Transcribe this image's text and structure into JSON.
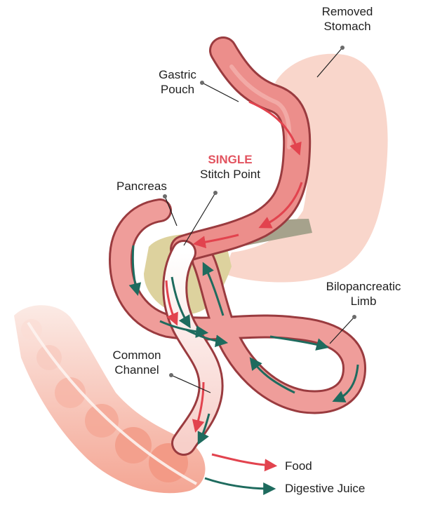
{
  "colors": {
    "stomach": "#f9d6cb",
    "pouch_outline": "#9a3b3f",
    "pouch_fill": "#ec8e8b",
    "pouch_highlight": "#f4b2ac",
    "pancreas": "#ddd29e",
    "pancreas_shadow": "#a6a28c",
    "limb_fill": "#ef9d9a",
    "channel_fill": "#fbe3e0",
    "colon": "#f5a28f",
    "food_arrow": "#e2434e",
    "juice_arrow": "#1e6b5e",
    "accent_text": "#e2535f"
  },
  "labels": {
    "removed_stomach_1": "Removed",
    "removed_stomach_2": "Stomach",
    "gastric_pouch_1": "Gastric",
    "gastric_pouch_2": "Pouch",
    "single": "SINGLE",
    "stitch_point": "Stitch Point",
    "pancreas": "Pancreas",
    "bilopancreatic_1": "Bilopancreatic",
    "bilopancreatic_2": "Limb",
    "common_channel_1": "Common",
    "common_channel_2": "Channel"
  },
  "legend": {
    "food": "Food",
    "digestive_juice": "Digestive Juice"
  }
}
